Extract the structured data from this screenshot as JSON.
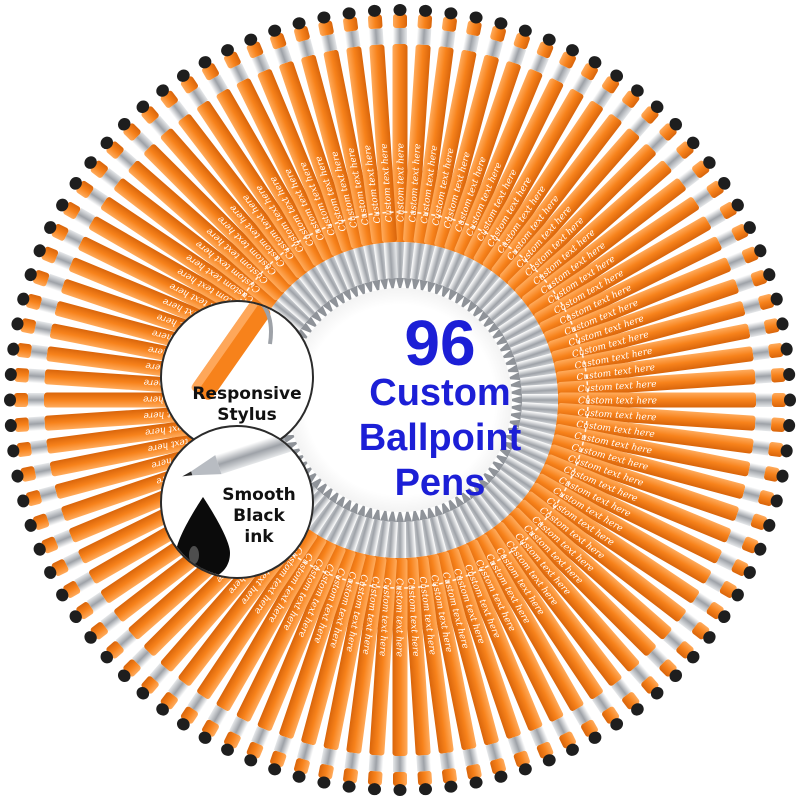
{
  "product": {
    "count": "96",
    "line1": "Custom",
    "line2": "Ballpoint",
    "line3": "Pens",
    "pen_engraving": "Custom text here",
    "pen_total": 96
  },
  "callouts": {
    "stylus": {
      "line1": "Responsive",
      "line2": "Stylus"
    },
    "ink": {
      "line1": "Smooth",
      "line2": "Black",
      "line3": "ink"
    }
  },
  "colors": {
    "pen_body": "#f7821b",
    "pen_body_dark": "#d9650b",
    "chrome": "#c9ccd1",
    "stylus_tip": "#1e1e1e",
    "headline": "#1c1fd6"
  },
  "icons": {
    "stylus": "stylus-pen-icon",
    "ink": "ink-drop-icon"
  }
}
